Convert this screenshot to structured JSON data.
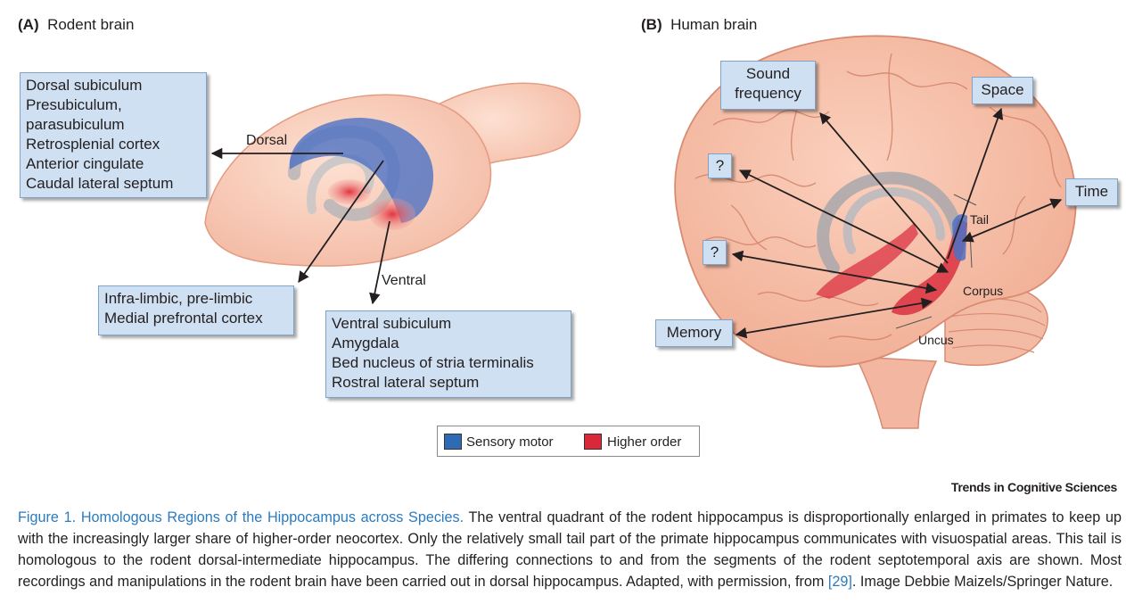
{
  "panel_a": {
    "letter": "(A)",
    "title": "Rodent brain"
  },
  "panel_b": {
    "letter": "(B)",
    "title": "Human brain"
  },
  "rodent": {
    "dorsal_box": [
      "Dorsal subiculum",
      "Presubiculum,",
      "parasubiculum",
      "Retrosplenial cortex",
      "Anterior cingulate",
      "Caudal lateral septum"
    ],
    "prefrontal_box": [
      "Infra-limbic, pre-limbic",
      "Medial prefrontal cortex"
    ],
    "ventral_box": [
      "Ventral subiculum",
      "Amygdala",
      "Bed nucleus of stria terminalis",
      "Rostral lateral septum"
    ],
    "dorsal_label": "Dorsal",
    "ventral_label": "Ventral"
  },
  "human": {
    "sound_box": [
      "Sound",
      "frequency"
    ],
    "space_box": "Space",
    "time_box": "Time",
    "q1_box": "?",
    "q2_box": "?",
    "memory_box": "Memory",
    "tail_label": "Tail",
    "corpus_label": "Corpus",
    "uncus_label": "Uncus"
  },
  "legend": {
    "sensory_motor": "Sensory motor",
    "higher_order": "Higher order",
    "colors": {
      "sensory_motor": "#2d6bb5",
      "higher_order": "#d9283a"
    }
  },
  "brand": "Trends in Cognitive Sciences",
  "caption": {
    "title": "Figure 1. Homologous Regions of the Hippocampus across Species.",
    "body": " The ventral quadrant of the rodent hippocampus is disproportionally enlarged in primates to keep up with the increasingly larger share of higher-order neocortex. Only the relatively small tail part of the primate hippocampus communicates with visuospatial areas. This tail is homologous to the rodent dorsal-intermediate hippocampus. The differing connections to and from the segments of the rodent septotemporal axis are shown. Most recordings and manipulations in the rodent brain have been carried out in dorsal hippocampus. Adapted, with permission, from ",
    "ref": "[29]",
    "tail": ". Image Debbie Maizels/Springer Nature."
  }
}
